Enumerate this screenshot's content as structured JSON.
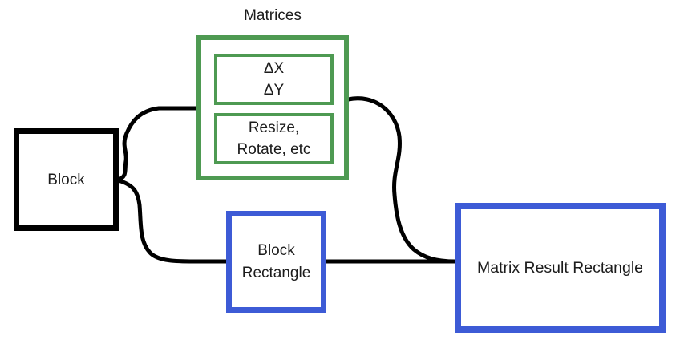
{
  "diagram": {
    "matrices_group": {
      "title": "Matrices",
      "delta_box": {
        "line1": "ΔX",
        "line2": "ΔY"
      },
      "transform_box": {
        "line1": "Resize,",
        "line2": "Rotate, etc"
      }
    },
    "block_node": {
      "label": "Block"
    },
    "block_rectangle_node": {
      "line1": "Block",
      "line2": "Rectangle"
    },
    "matrix_result_node": {
      "label": "Matrix Result Rectangle"
    },
    "edges": [
      {
        "from": "block",
        "to": "matrices"
      },
      {
        "from": "block",
        "to": "block-rectangle"
      },
      {
        "from": "matrices",
        "to": "matrix-result-rectangle"
      },
      {
        "from": "block-rectangle",
        "to": "matrix-result-rectangle"
      }
    ],
    "colors": {
      "green": "#4e9a52",
      "blue": "#3d5bd6",
      "edge": "#000000",
      "background": "#ffffff"
    }
  }
}
